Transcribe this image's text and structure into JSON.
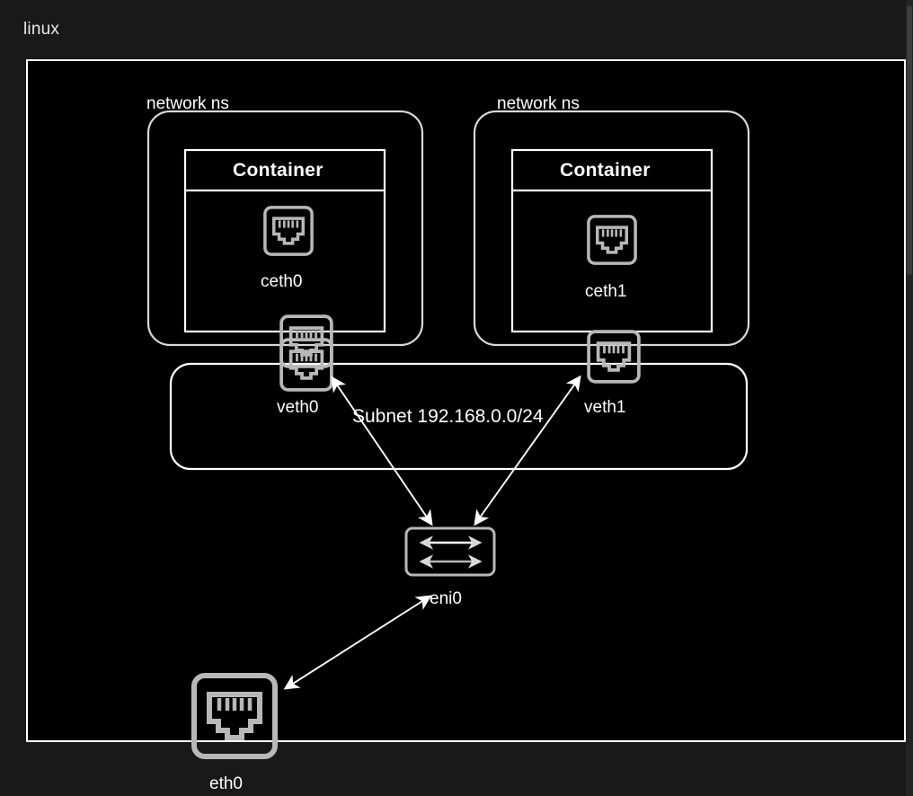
{
  "window": {
    "root_label": "linux",
    "background": "#191919",
    "canvas_background": "#000000",
    "stroke": "#ffffff",
    "icon_stroke": "#b8b8b8"
  },
  "namespaces": [
    {
      "id": "ns-left",
      "label": "network ns",
      "container": {
        "title": "Container",
        "interface": {
          "name": "ceth0",
          "icon": "ethernet-port-icon"
        }
      },
      "veth": {
        "name": "veth0",
        "icon": "ethernet-port-icon"
      }
    },
    {
      "id": "ns-right",
      "label": "network ns",
      "container": {
        "title": "Container",
        "interface": {
          "name": "ceth1",
          "icon": "ethernet-port-icon"
        }
      },
      "veth": {
        "name": "veth1",
        "icon": "ethernet-port-icon"
      }
    }
  ],
  "subnet": {
    "label": "Subnet 192.168.0.0/24"
  },
  "bridge": {
    "name": "eni0",
    "icon": "network-switch-icon"
  },
  "host_interface": {
    "name": "eth0",
    "icon": "ethernet-port-icon"
  },
  "links": [
    {
      "from": "veth0",
      "to": "eni0",
      "style": "double-arrow"
    },
    {
      "from": "veth1",
      "to": "eni0",
      "style": "double-arrow"
    },
    {
      "from": "eni0",
      "to": "eth0",
      "style": "double-arrow"
    }
  ],
  "scrollbar": {
    "orientation": "vertical"
  }
}
